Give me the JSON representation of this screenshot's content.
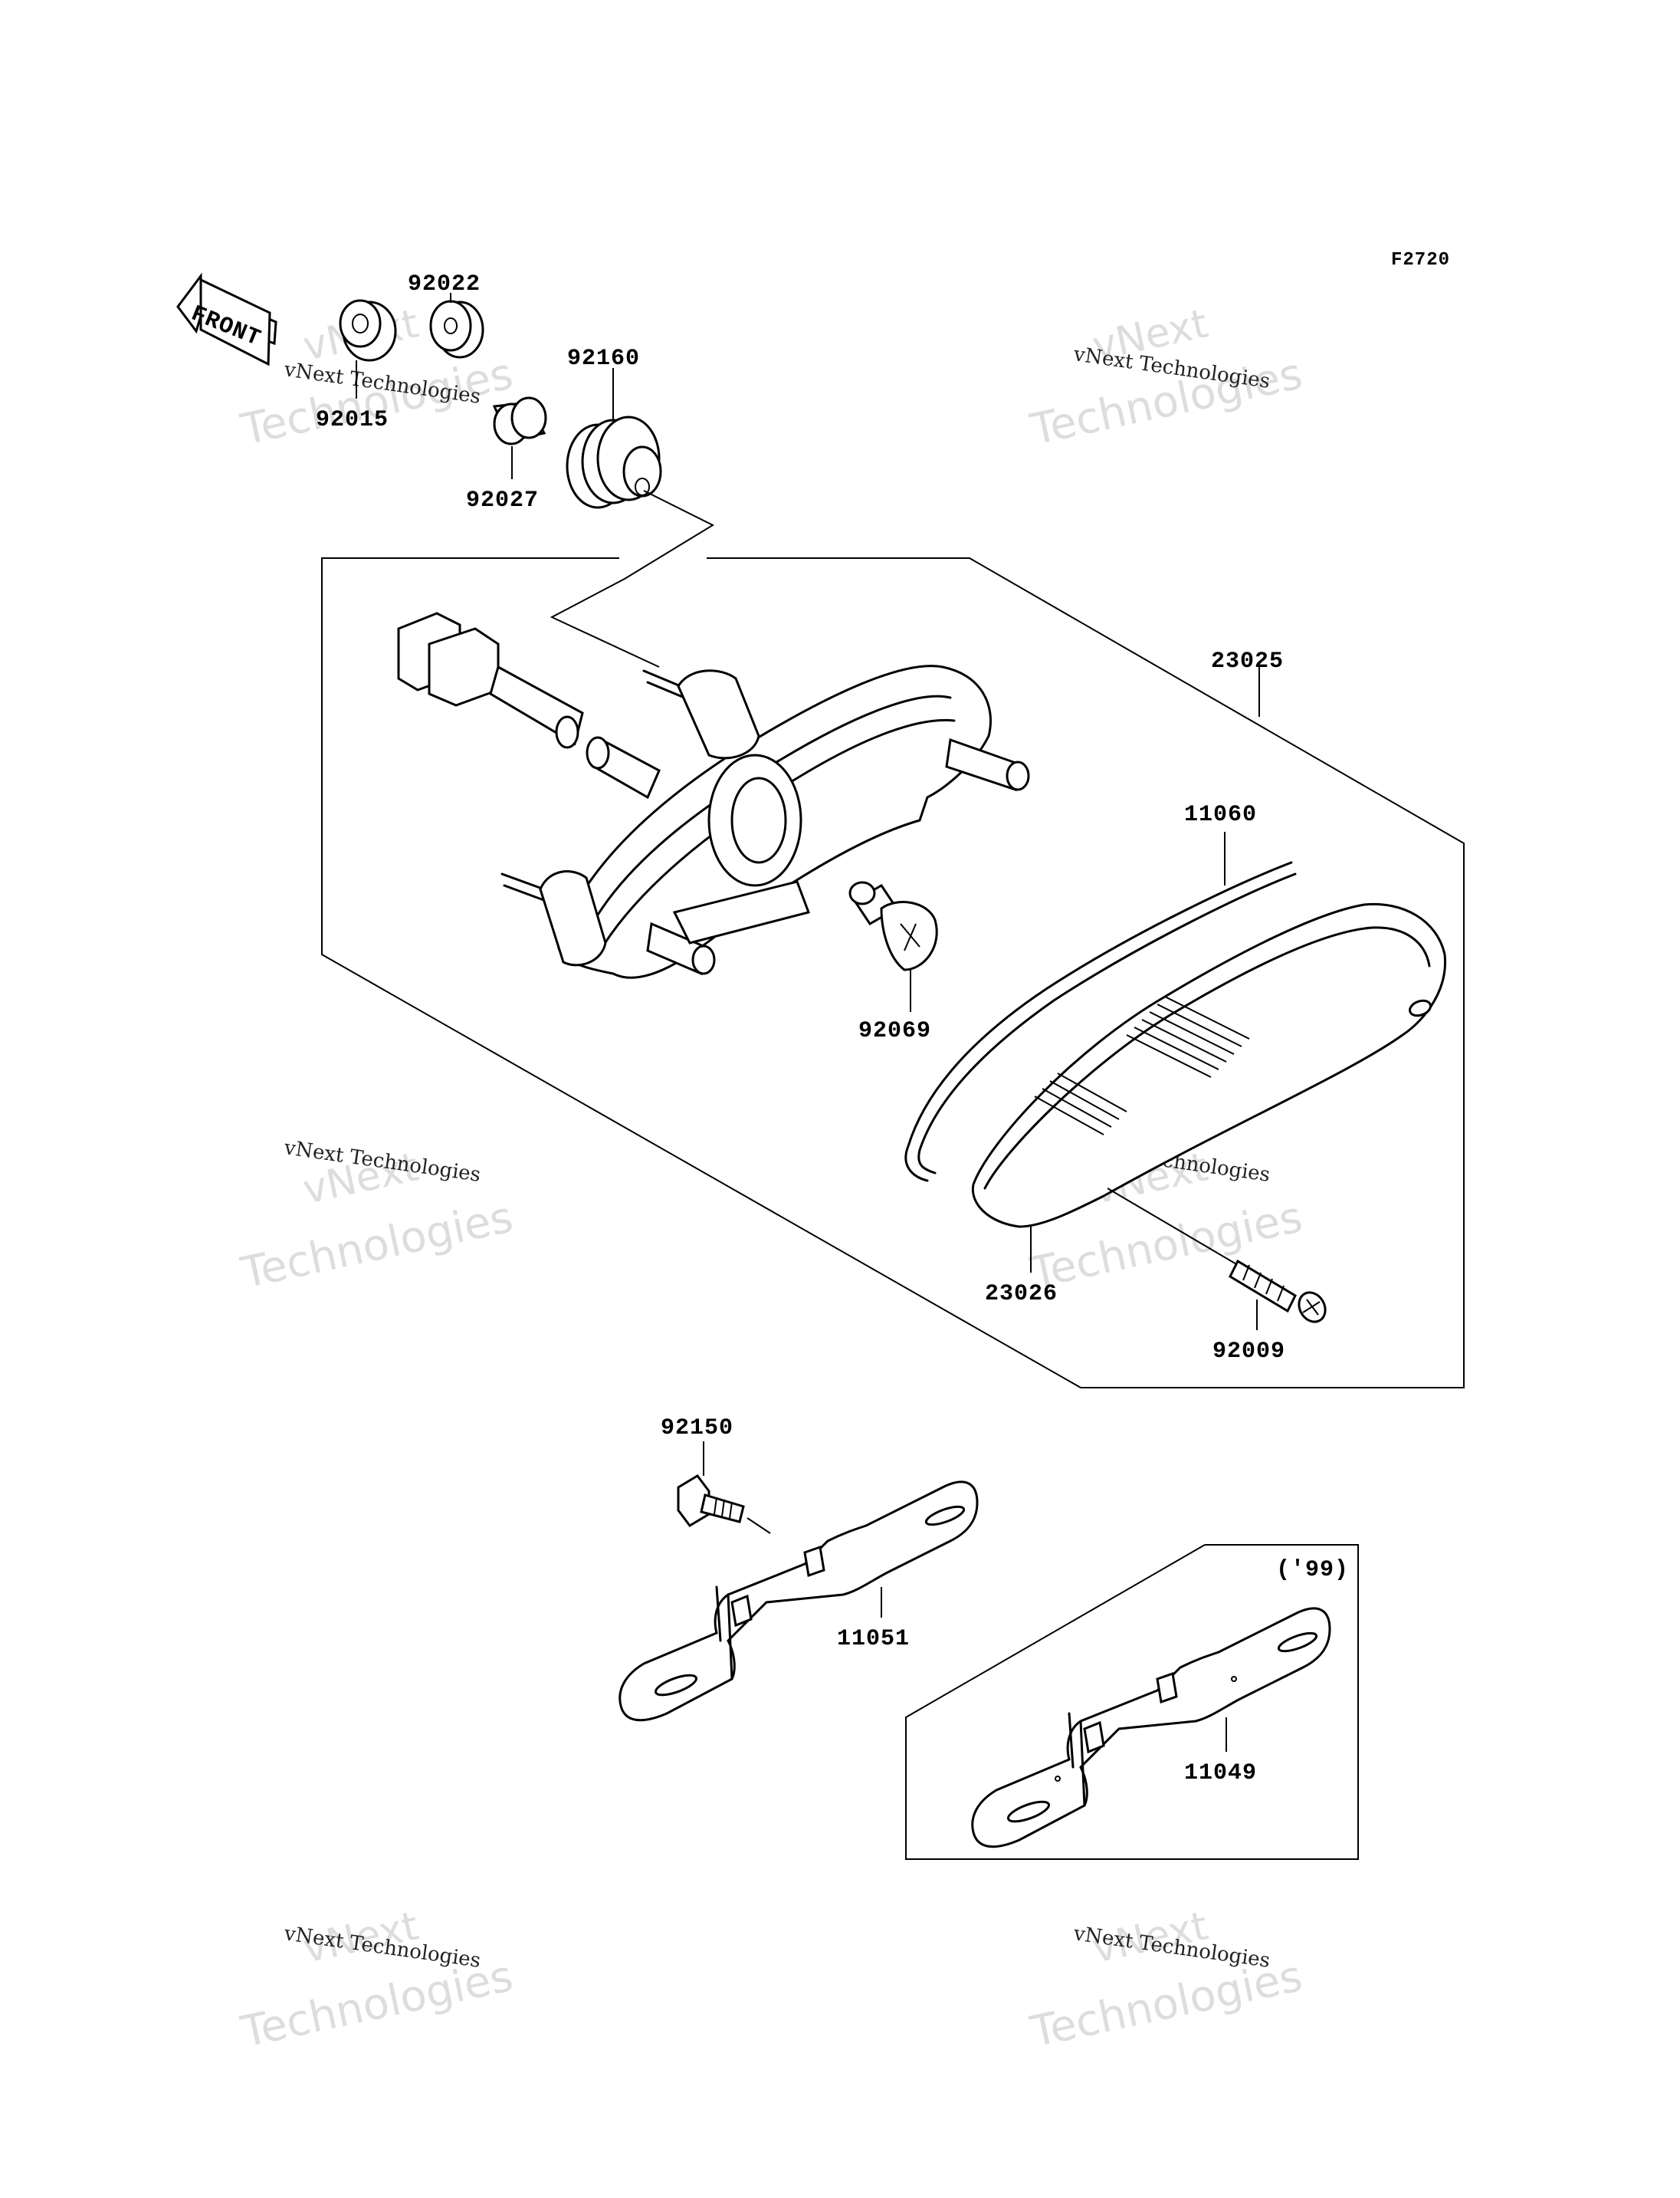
{
  "figure_code": "F2720",
  "front_arrow_label": "FRONT",
  "variant_label": "('99)",
  "watermark": {
    "brand_line": "vNext Technologies",
    "big_top": "vNext",
    "big_bottom": "Technologies"
  },
  "part_labels": {
    "p92022": "92022",
    "p92015": "92015",
    "p92160": "92160",
    "p92027": "92027",
    "p23025": "23025",
    "p11060": "11060",
    "p92069": "92069",
    "p23026": "23026",
    "p92009": "92009",
    "p92150": "92150",
    "p11051": "11051",
    "p11049": "11049"
  }
}
